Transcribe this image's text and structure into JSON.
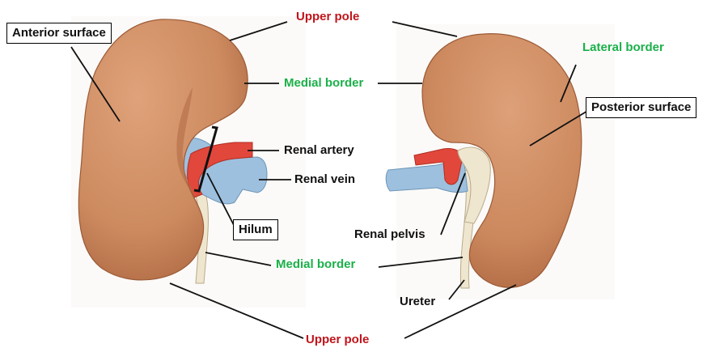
{
  "colors": {
    "kidney": "#cf8d63",
    "kidney_dark": "#a8623e",
    "artery": "#e0453a",
    "vein": "#8fb6d8",
    "ureter": "#efe6cf",
    "upper_pole_label": "#c0151b",
    "border_label": "#1bb04a"
  },
  "labels": {
    "anterior_surface": "Anterior surface",
    "upper_pole_top": "Upper pole",
    "medial_border_top": "Medial border",
    "lateral_border": "Lateral border",
    "posterior_surface": "Posterior surface",
    "renal_artery": "Renal artery",
    "renal_vein": "Renal vein",
    "hilum": "Hilum",
    "renal_pelvis": "Renal pelvis",
    "medial_border_bottom": "Medial border",
    "ureter": "Ureter",
    "upper_pole_bottom": "Upper pole"
  }
}
